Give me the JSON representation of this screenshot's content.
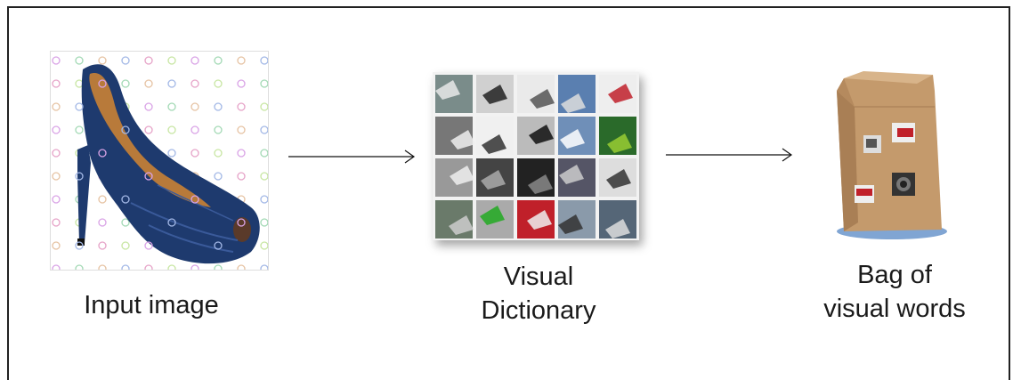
{
  "stages": {
    "input": {
      "label": "Input image"
    },
    "dictionary": {
      "label_line1": "Visual",
      "label_line2": "Dictionary"
    },
    "bag": {
      "label_line1": "Bag of",
      "label_line2": "visual words"
    }
  },
  "colors": {
    "shoe": "#1e3a6e",
    "shoe_inner": "#b87a3a",
    "bag": "#c49a6c",
    "frame": "#222222"
  }
}
